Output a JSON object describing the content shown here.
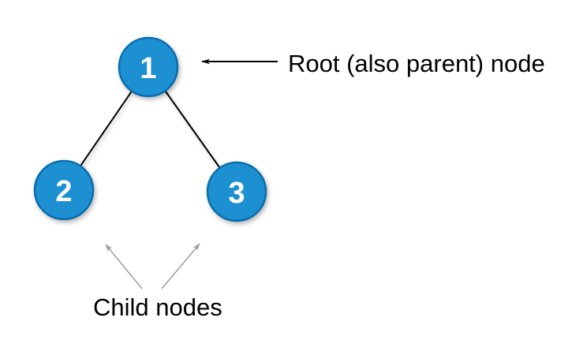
{
  "diagram": {
    "type": "binary-tree",
    "background_color": "#ffffff",
    "nodes": [
      {
        "id": "1",
        "label": "1",
        "role": "root"
      },
      {
        "id": "2",
        "label": "2",
        "role": "left-child"
      },
      {
        "id": "3",
        "label": "3",
        "role": "right-child"
      }
    ],
    "edges": [
      {
        "from": "1",
        "to": "2"
      },
      {
        "from": "1",
        "to": "3"
      }
    ],
    "annotations": {
      "root": {
        "label": "Root (also parent) node",
        "arrow_color": "#000000"
      },
      "children": {
        "label": "Child nodes",
        "arrow_color": "#9e9e9e"
      }
    },
    "colors": {
      "node_fill": "#1d90d2",
      "node_border": "#0a6dad",
      "node_label": "#ffffff",
      "edge": "#000000",
      "annotation_text": "#000000",
      "gray_arrow": "#9e9e9e"
    }
  }
}
